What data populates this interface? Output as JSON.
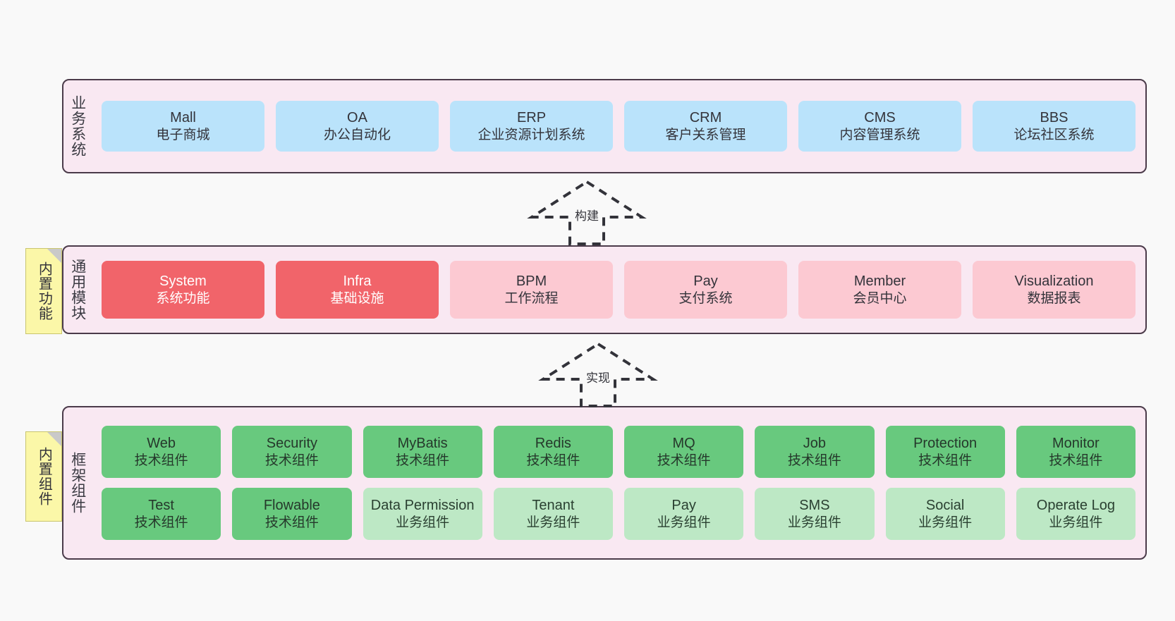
{
  "diagram": {
    "background": "#f9f9f9",
    "layers": [
      {
        "id": "business",
        "title": "业务系统",
        "style": "blue",
        "rows": [
          {
            "cells": [
              {
                "en": "Mall",
                "cn": "电子商城"
              },
              {
                "en": "OA",
                "cn": "办公自动化"
              },
              {
                "en": "ERP",
                "cn": "企业资源计划系统"
              },
              {
                "en": "CRM",
                "cn": "客户关系管理"
              },
              {
                "en": "CMS",
                "cn": "内容管理系统"
              },
              {
                "en": "BBS",
                "cn": "论坛社区系统"
              }
            ]
          }
        ]
      },
      {
        "id": "common",
        "title": "通用模块",
        "rows": [
          {
            "cells": [
              {
                "en": "System",
                "cn": "系统功能",
                "style": "red"
              },
              {
                "en": "Infra",
                "cn": "基础设施",
                "style": "red"
              },
              {
                "en": "BPM",
                "cn": "工作流程",
                "style": "pink"
              },
              {
                "en": "Pay",
                "cn": "支付系统",
                "style": "pink"
              },
              {
                "en": "Member",
                "cn": "会员中心",
                "style": "pink"
              },
              {
                "en": "Visualization",
                "cn": "数据报表",
                "style": "pink"
              }
            ]
          }
        ]
      },
      {
        "id": "framework",
        "title": "框架组件",
        "rows": [
          {
            "cells": [
              {
                "en": "Web",
                "cn": "技术组件",
                "style": "green"
              },
              {
                "en": "Security",
                "cn": "技术组件",
                "style": "green"
              },
              {
                "en": "MyBatis",
                "cn": "技术组件",
                "style": "green"
              },
              {
                "en": "Redis",
                "cn": "技术组件",
                "style": "green"
              },
              {
                "en": "MQ",
                "cn": "技术组件",
                "style": "green"
              },
              {
                "en": "Job",
                "cn": "技术组件",
                "style": "green"
              },
              {
                "en": "Protection",
                "cn": "技术组件",
                "style": "green"
              },
              {
                "en": "Monitor",
                "cn": "技术组件",
                "style": "green"
              }
            ]
          },
          {
            "cells": [
              {
                "en": "Test",
                "cn": "技术组件",
                "style": "green"
              },
              {
                "en": "Flowable",
                "cn": "技术组件",
                "style": "green"
              },
              {
                "en": "Data Permission",
                "cn": "业务组件",
                "style": "lightgreen"
              },
              {
                "en": "Tenant",
                "cn": "业务组件",
                "style": "lightgreen"
              },
              {
                "en": "Pay",
                "cn": "业务组件",
                "style": "lightgreen"
              },
              {
                "en": "SMS",
                "cn": "业务组件",
                "style": "lightgreen"
              },
              {
                "en": "Social",
                "cn": "业务组件",
                "style": "lightgreen"
              },
              {
                "en": "Operate Log",
                "cn": "业务组件",
                "style": "lightgreen"
              }
            ]
          }
        ]
      }
    ],
    "notes": [
      {
        "id": "builtin-func",
        "text": "内置功能"
      },
      {
        "id": "builtin-comp",
        "text": "内置组件"
      }
    ],
    "connectors": [
      {
        "id": "build",
        "label": "构建"
      },
      {
        "id": "impl",
        "label": "实现"
      }
    ],
    "colors": {
      "panel_fill": "#f9e8f2",
      "panel_border": "#4b3b4a",
      "blue": "#bae3fb",
      "red": "#f1646a",
      "pink": "#fcc9d2",
      "green": "#68c97e",
      "lightgreen": "#bde8c5",
      "note": "#fbf7a8"
    }
  }
}
